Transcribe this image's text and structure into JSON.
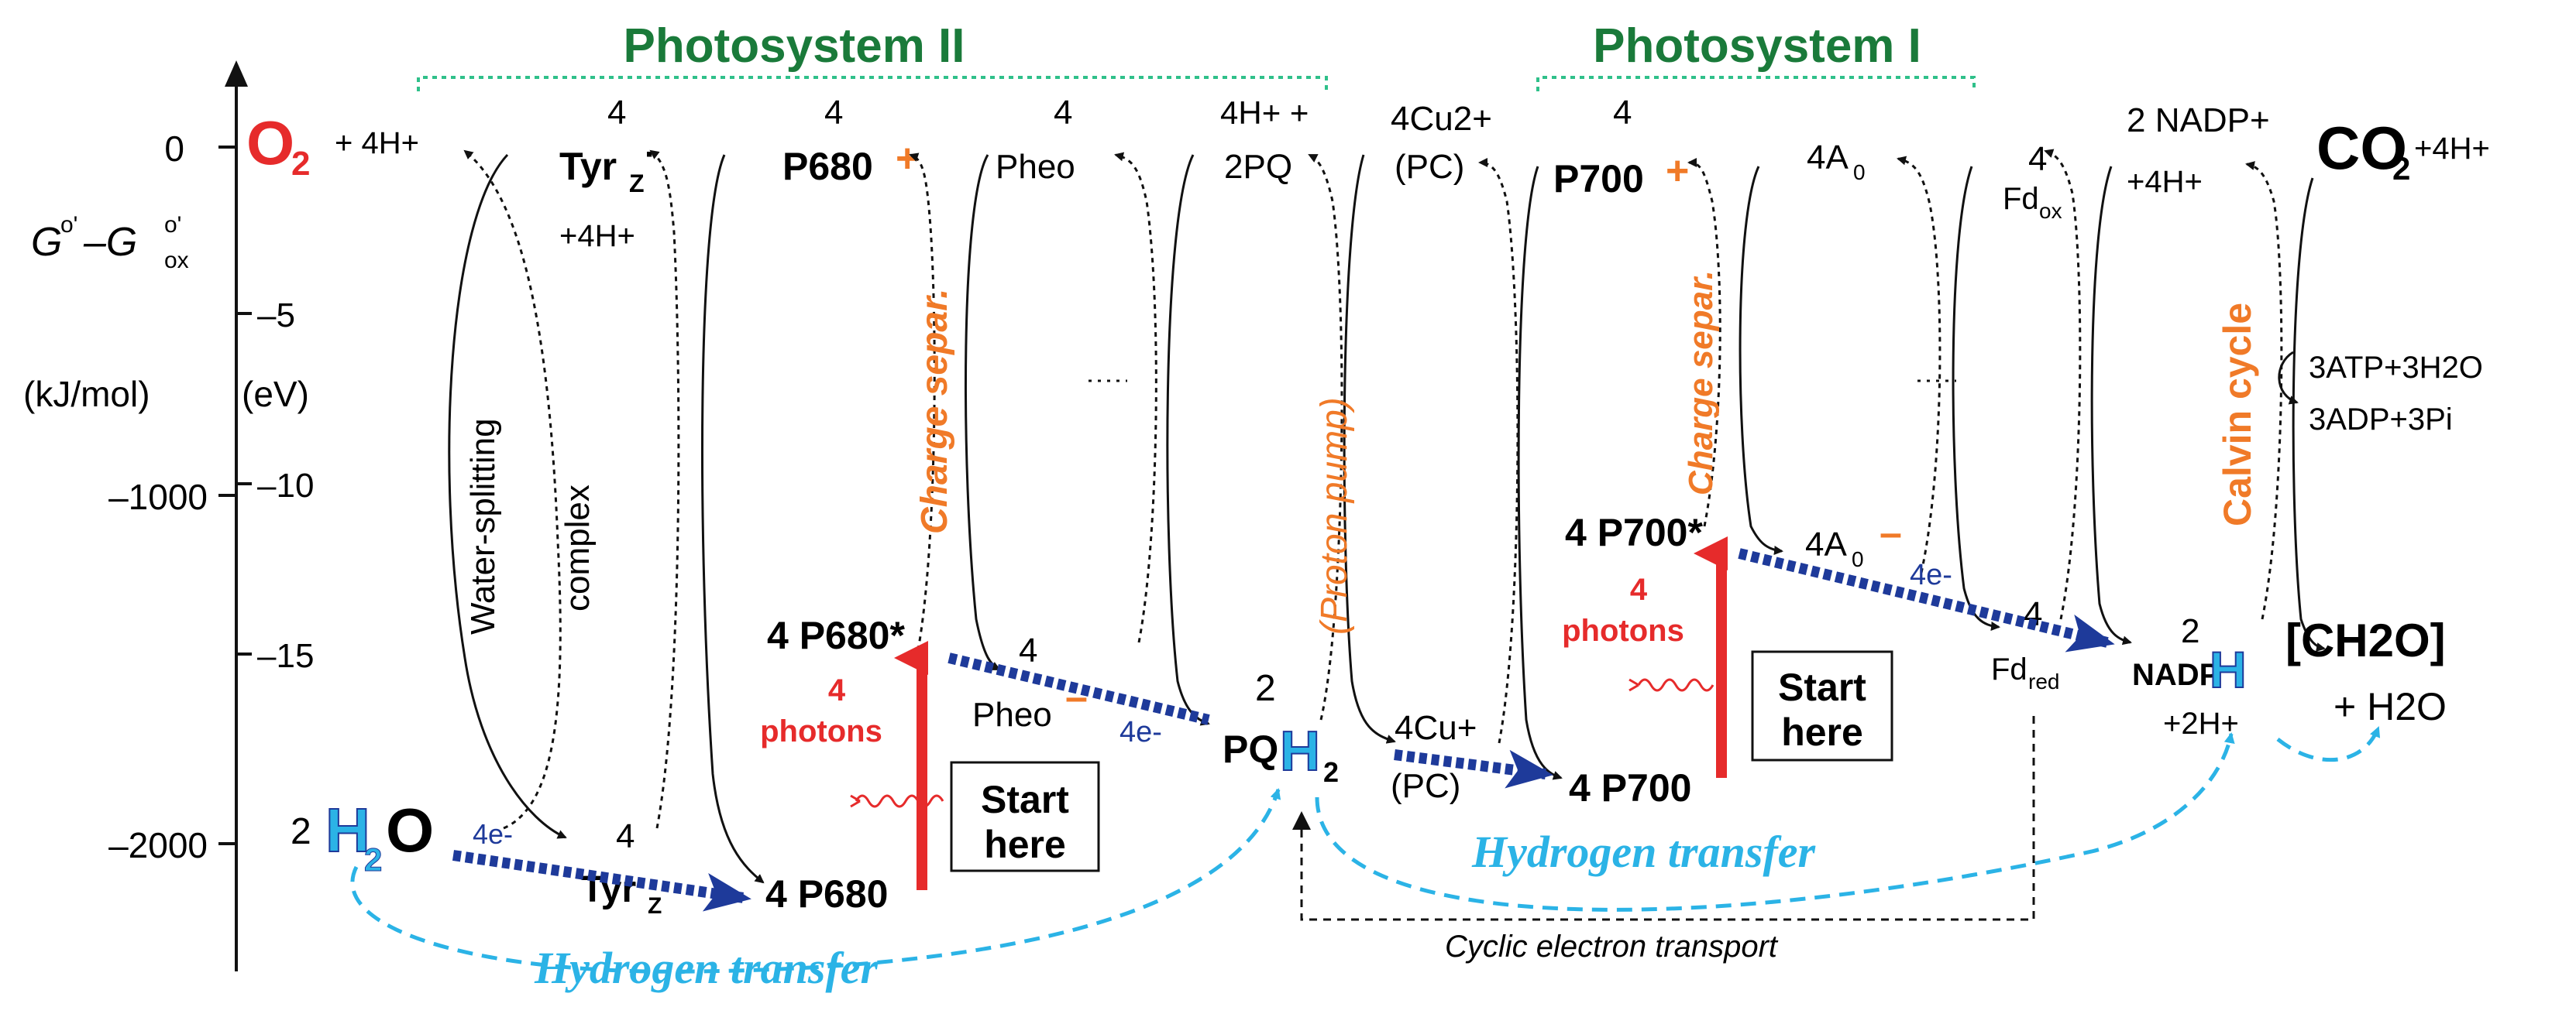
{
  "headers": {
    "ps2": "Photosystem II",
    "ps1": "Photosystem I"
  },
  "axis": {
    "g_label": "G",
    "g_sup": "o'",
    "g_minus": "–G",
    "g_sub": "ox",
    "g_sup2": "o'",
    "kj_unit": "(kJ/mol)",
    "ev_unit": "(eV)",
    "kj_ticks": [
      "0",
      "–1000",
      "–2000"
    ],
    "ev_ticks": [
      "–5",
      "–10",
      "–15"
    ]
  },
  "labels": {
    "o2": "O",
    "o2_sub": "2",
    "plus4h_left": "+ 4H+",
    "h2o_coef": "2",
    "h2o_h": "H",
    "h2o_sub": "2",
    "h2o_o": "O",
    "e4_h2o": "4e-",
    "water_splitting": "Water-splitting",
    "complex": "complex",
    "tyr_top_num": "4",
    "tyr_top": "Tyr",
    "tyr_top_sub": "Z",
    "tyr_top_sup": "·",
    "tyr_top_h": "+4H+",
    "tyr_bot_num": "4",
    "tyr_bot": "Tyr",
    "tyr_bot_sub": "Z",
    "p680_top_num": "4",
    "p680_top": "P680",
    "p680_top_plus": "+",
    "p680_bot": "4 P680",
    "p680_star": "4 P680*",
    "charge_separ_1": "Charge separ.",
    "photons_num_1": "4",
    "photons_1": "photons",
    "start_here_1a": "Start",
    "start_here_1b": "here",
    "pheo_top_num": "4",
    "pheo_top": "Pheo",
    "pheo_bot_num": "4",
    "pheo_bot": "Pheo",
    "pheo_bot_minus": "–",
    "e4_pheo": "4e-",
    "pq_top1": "4H+ +",
    "pq_top2": "2PQ",
    "pqh2_num": "2",
    "pqh2_pq": "PQ",
    "pqh2_h": "H",
    "pqh2_sub": "2",
    "proton_pump": "(Proton pump)",
    "pc_top1": "4Cu2+",
    "pc_top2": "(PC)",
    "pc_bot1": "4Cu+",
    "pc_bot2": "(PC)",
    "p700_top_num": "4",
    "p700_top": "P700",
    "p700_top_plus": "+",
    "p700_bot": "4 P700",
    "p700_star": "4 P700*",
    "charge_separ_2": "Charge separ.",
    "photons_num_2": "4",
    "photons_2": "photons",
    "start_here_2a": "Start",
    "start_here_2b": "here",
    "a0_top": "4A",
    "a0_top_sub": "0",
    "a0_bot": "4A",
    "a0_bot_sub": "0",
    "a0_bot_minus": "–",
    "e4_a0": "4e-",
    "fd_top_num": "4",
    "fd_top": "Fd",
    "fd_top_sub": "ox",
    "fd_bot_num": "4",
    "fd_bot": "Fd",
    "fd_bot_sub": "red",
    "nadp_top": "2 NADP+",
    "nadp_top_h": "+4H+",
    "nadph_num": "2",
    "nadph": "NADP",
    "nadph_h": "H",
    "nadph_2h": "+2H+",
    "co2": "CO",
    "co2_sub": "2",
    "co2_h": "+4H+",
    "calvin": "Calvin cycle",
    "atp": "3ATP+3H2O",
    "adp": "3ADP+3Pi",
    "ch2o": "[CH2O]",
    "ch2o_h2o": "+ H2O",
    "hydrogen_transfer_1": "Hydrogen transfer",
    "hydrogen_transfer_2": "Hydrogen transfer",
    "cyclic": "Cyclic electron transport"
  },
  "colors": {
    "header_green": "#1a7a3a",
    "bracket_green": "#2fc08a",
    "orange": "#f07a28",
    "red": "#e62b2b",
    "blue_dark": "#1e3a9a",
    "cyan": "#2bb3e6",
    "black": "#111111"
  }
}
